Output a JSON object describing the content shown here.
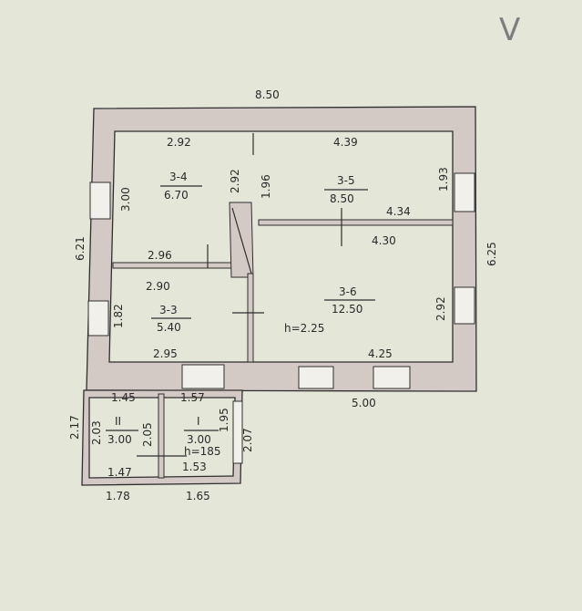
{
  "overall": {
    "width_top": "8.50",
    "width_bottom": "5.00",
    "height_left": "6.21",
    "height_right": "6.25"
  },
  "rooms": {
    "r34": {
      "number": "3-4",
      "area": "6.70",
      "w_top": "2.92",
      "h_left": "3.00",
      "h_right": "2.92",
      "w_bottom": "2.96"
    },
    "r35": {
      "number": "3-5",
      "area": "8.50",
      "w_top": "4.39",
      "h_left": "1.96",
      "h_right": "1.93",
      "w_bottom": "4.34"
    },
    "r33": {
      "number": "3-3",
      "area": "5.40",
      "w_top": "2.90",
      "h_left": "1.82",
      "w_bottom": "2.95"
    },
    "r36": {
      "number": "3-6",
      "area": "12.50",
      "w_top": "4.30",
      "h_right": "2.92",
      "w_bottom": "4.25",
      "height_note": "h=2.25"
    },
    "rII": {
      "number": "II",
      "area": "3.00",
      "w_top": "1.45",
      "h_left": "2.03",
      "h_right": "2.05",
      "w_bottom": "1.47"
    },
    "rI": {
      "number": "I",
      "area": "3.00",
      "w_top": "1.57",
      "h_left": "1.95",
      "h_right": "2.07",
      "w_bottom": "1.53",
      "height_note": "h=185"
    }
  },
  "annex": {
    "outer_left": "2.17",
    "outer_bottom_left": "1.78",
    "outer_bottom_right": "1.65"
  },
  "check_mark": "V"
}
